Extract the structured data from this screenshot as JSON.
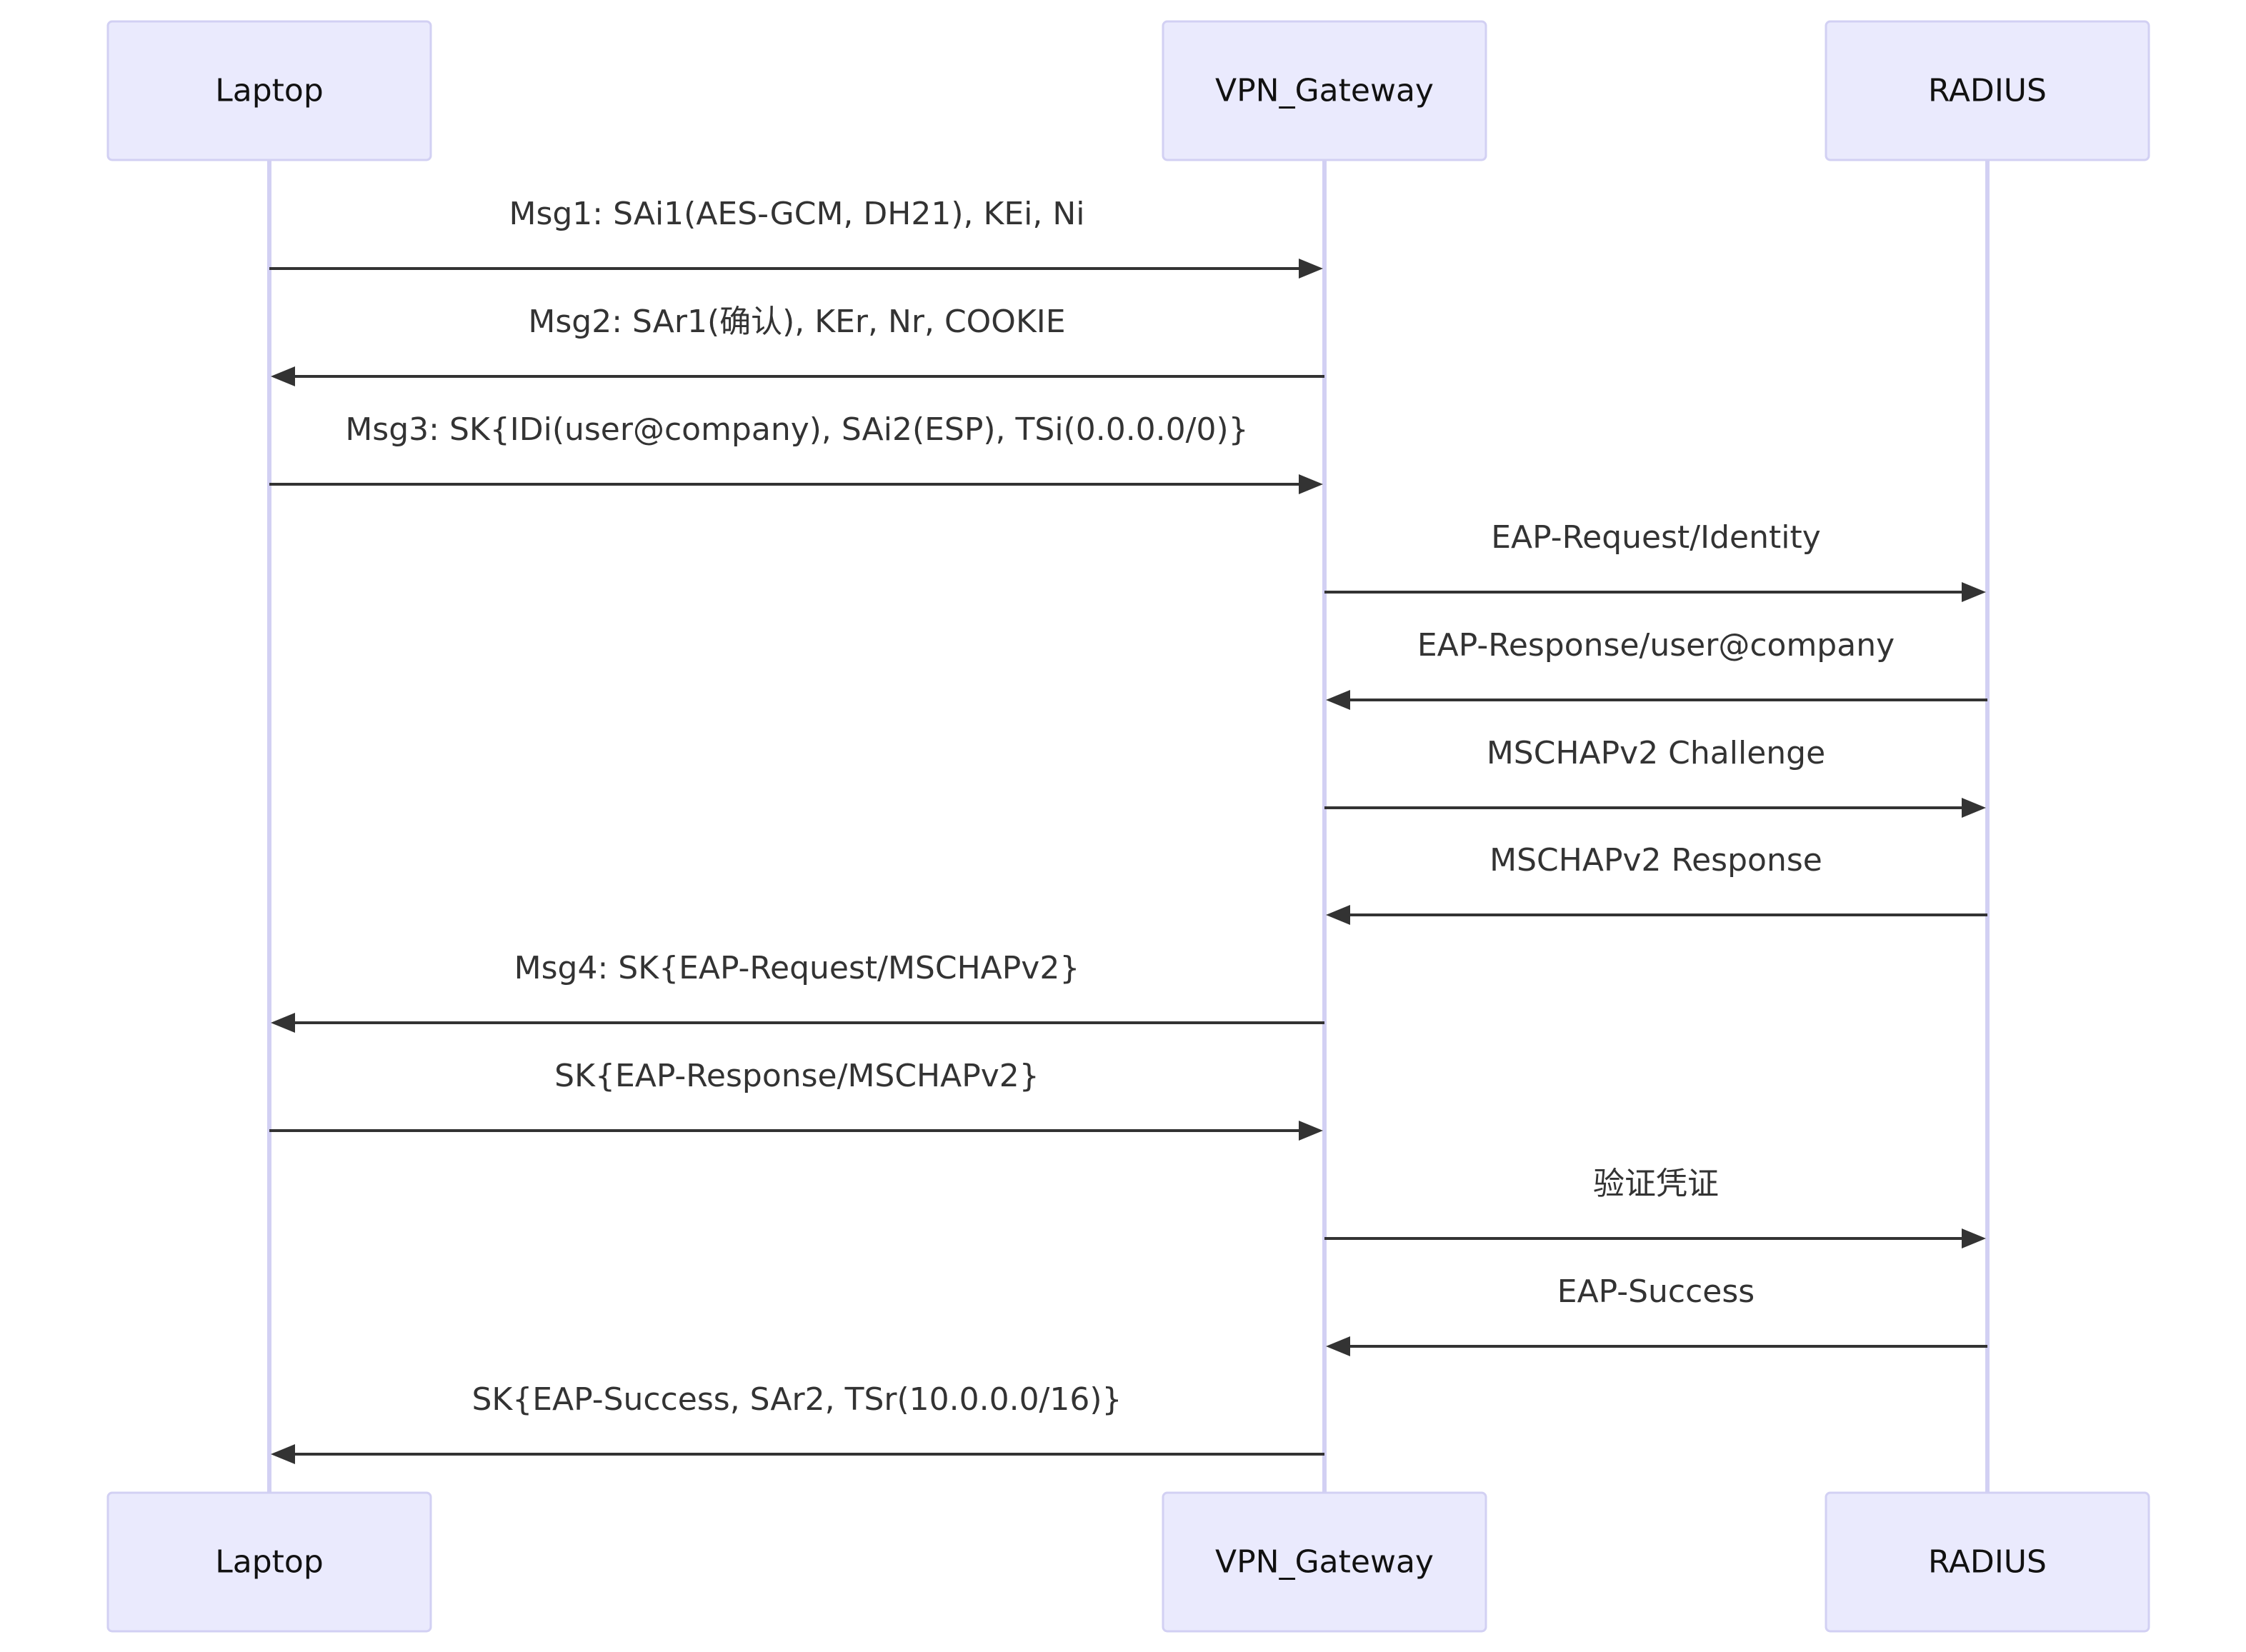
{
  "participants": [
    {
      "id": "laptop",
      "label": "Laptop"
    },
    {
      "id": "gateway",
      "label": "VPN_Gateway"
    },
    {
      "id": "radius",
      "label": "RADIUS"
    }
  ],
  "messages": [
    {
      "from": "laptop",
      "to": "gateway",
      "label": "Msg1: SAi1(AES-GCM, DH21), KEi, Ni"
    },
    {
      "from": "gateway",
      "to": "laptop",
      "label": "Msg2: SAr1(确认), KEr, Nr, COOKIE"
    },
    {
      "from": "laptop",
      "to": "gateway",
      "label": "Msg3: SK{IDi(user@company), SAi2(ESP), TSi(0.0.0.0/0)}"
    },
    {
      "from": "gateway",
      "to": "radius",
      "label": "EAP-Request/Identity"
    },
    {
      "from": "radius",
      "to": "gateway",
      "label": "EAP-Response/user@company"
    },
    {
      "from": "gateway",
      "to": "radius",
      "label": "MSCHAPv2 Challenge"
    },
    {
      "from": "radius",
      "to": "gateway",
      "label": "MSCHAPv2 Response"
    },
    {
      "from": "gateway",
      "to": "laptop",
      "label": "Msg4: SK{EAP-Request/MSCHAPv2}"
    },
    {
      "from": "laptop",
      "to": "gateway",
      "label": "SK{EAP-Response/MSCHAPv2}"
    },
    {
      "from": "gateway",
      "to": "radius",
      "label": "验证凭证"
    },
    {
      "from": "radius",
      "to": "gateway",
      "label": "EAP-Success"
    },
    {
      "from": "gateway",
      "to": "laptop",
      "label": "SK{EAP-Success, SAr2, TSr(10.0.0.0/16)}"
    }
  ],
  "colors": {
    "actor_fill": "#eaeafd",
    "actor_border": "#d2d0f3",
    "lifeline": "#d2d0f3",
    "message": "#333333"
  }
}
